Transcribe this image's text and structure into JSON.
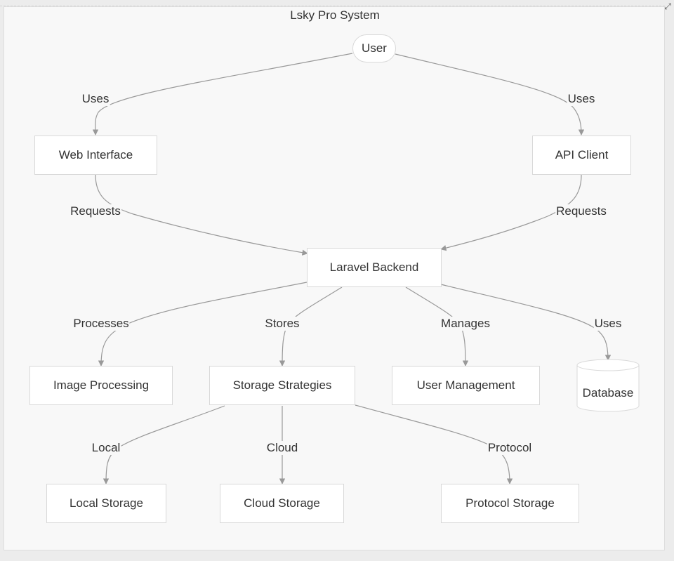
{
  "title": "Lsky Pro System",
  "nodes": {
    "user": "User",
    "web_interface": "Web Interface",
    "api_client": "API Client",
    "laravel_backend": "Laravel Backend",
    "image_processing": "Image Processing",
    "storage_strategies": "Storage Strategies",
    "user_management": "User Management",
    "database": "Database",
    "local_storage": "Local Storage",
    "cloud_storage": "Cloud Storage",
    "protocol_storage": "Protocol Storage"
  },
  "edges": {
    "user_web": "Uses",
    "user_api": "Uses",
    "web_backend": "Requests",
    "api_backend": "Requests",
    "backend_image": "Processes",
    "backend_storage": "Stores",
    "backend_user_mgmt": "Manages",
    "backend_db": "Uses",
    "storage_local": "Local",
    "storage_cloud": "Cloud",
    "storage_protocol": "Protocol"
  },
  "colors": {
    "edge": "#999999",
    "node_fill": "#ffffff",
    "node_border": "#d9d9d9",
    "background": "#f8f8f8"
  }
}
